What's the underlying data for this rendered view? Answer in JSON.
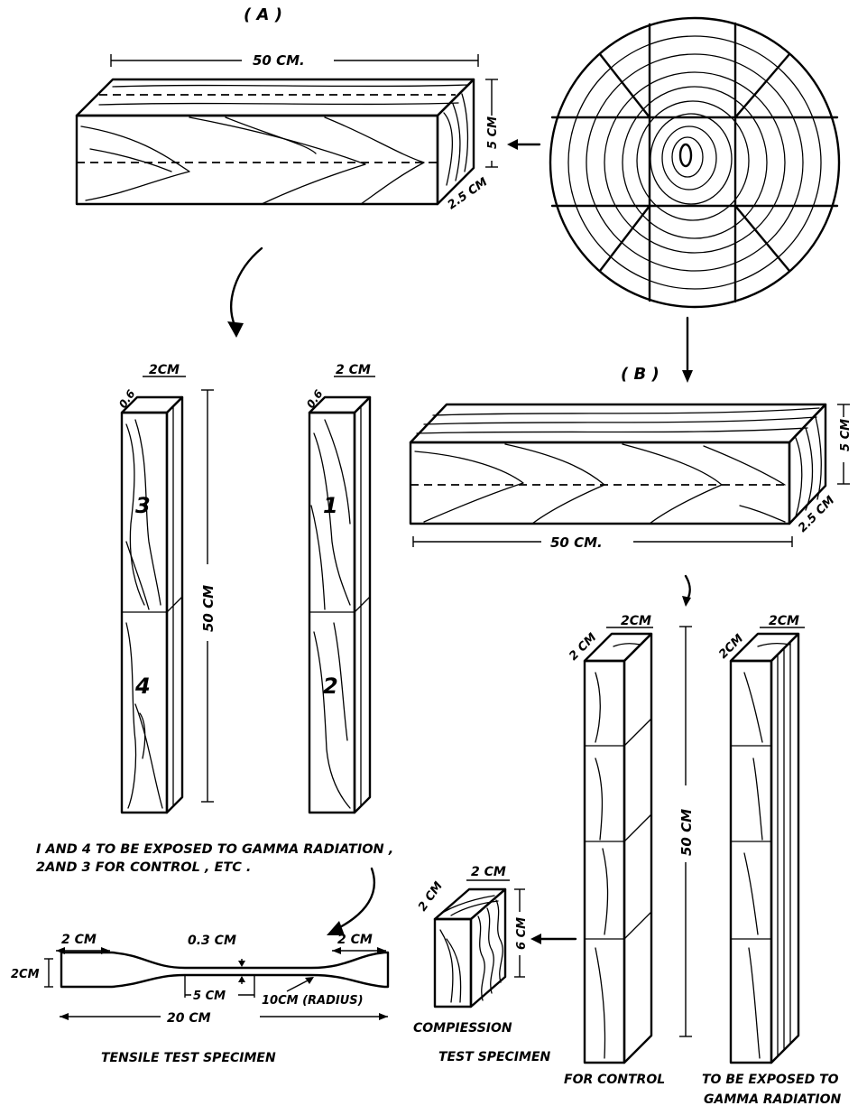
{
  "labels": {
    "section_a": "( A )",
    "section_b": "( B )",
    "a_length": "50 CM.",
    "a_height": "5 CM",
    "a_depth": "2.5 CM",
    "b_length": "50 CM.",
    "b_height": "5 CM",
    "b_depth": "2.5 CM",
    "strip_left_width": "2CM",
    "strip_left_depth": "0.6",
    "strip_right_width": "2 CM",
    "strip_right_depth": "0.6",
    "strip_length": "50 CM",
    "piece_1": "1",
    "piece_2": "2",
    "piece_3": "3",
    "piece_4": "4",
    "note_line1": "I AND 4 TO BE  EXPOSED TO GAMMA RADIATION ,",
    "note_line2": "2AND 3 FOR CONTROL , ETC .",
    "tensile_left_width": "2 CM",
    "tensile_right_width": "2 CM",
    "tensile_height": "2CM",
    "tensile_thickness": "0.3 CM",
    "tensile_gauge": "5 CM",
    "tensile_radius": "10CM (RADIUS)",
    "tensile_length": "20  CM",
    "tensile_title": "TENSILE TEST SPECIMEN",
    "comp_top_width": "2 CM",
    "comp_depth": "2 CM",
    "comp_height": "6 CM",
    "comp_title_line1": "COMPIESSION",
    "comp_title_line2": "TEST SPECIMEN",
    "col_left_depth": "2 CM",
    "col_left_width": "2CM",
    "col_right_depth": "2CM",
    "col_right_width": "2CM",
    "col_length": "50  CM",
    "caption_control": "FOR CONTROL",
    "caption_exposed_line1": "TO BE EXPOSED TO",
    "caption_exposed_line2": "GAMMA RADIATION"
  }
}
